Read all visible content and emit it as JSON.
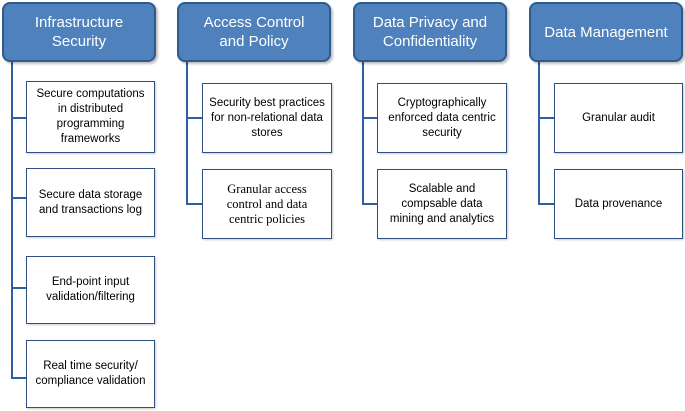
{
  "columns": [
    {
      "header": "Infrastructure Security",
      "items": [
        "Secure computations in distributed programming frameworks",
        "Secure data storage and transactions log",
        "End-point input validation/filtering",
        "Real time security/ compliance validation"
      ]
    },
    {
      "header": "Access Control and Policy",
      "items": [
        "Security best practices for non-relational data stores",
        "Granular access control and data centric policies"
      ]
    },
    {
      "header": "Data Privacy and Confidentiality",
      "items": [
        "Cryptographically enforced data centric security",
        "Scalable and compsable data mining and analytics"
      ]
    },
    {
      "header": "Data Management",
      "items": [
        "Granular audit",
        "Data provenance"
      ]
    }
  ]
}
